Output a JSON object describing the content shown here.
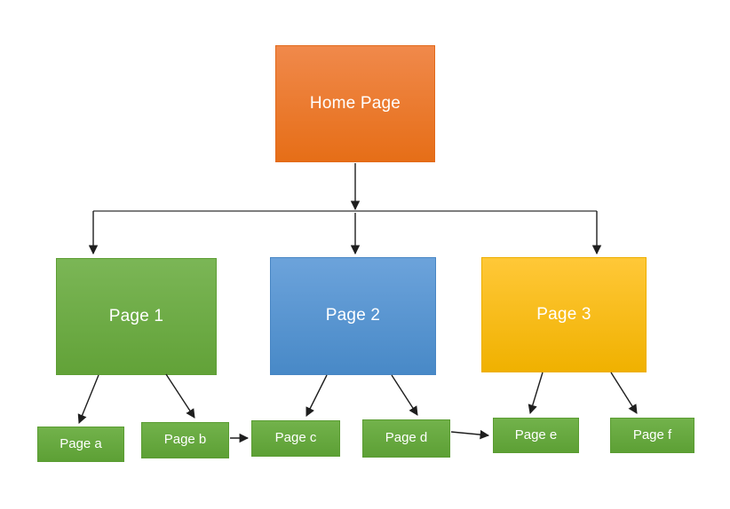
{
  "diagram": {
    "type": "sitemap-flowchart",
    "background": "#FFFFFF",
    "connector_color": "#1E1E1E",
    "hub_line_color": "#555555",
    "nodes": {
      "home": {
        "label": "Home Page",
        "fill_top": "#F0894B",
        "fill_bottom": "#E66E17",
        "border": "#E2691A",
        "text_color": "#FFFFFF"
      },
      "page1": {
        "label": "Page 1",
        "fill_top": "#7BB656",
        "fill_bottom": "#62A238",
        "border": "#5E9E35",
        "text_color": "#FFFFFF"
      },
      "page2": {
        "label": "Page 2",
        "fill_top": "#6CA3DB",
        "fill_bottom": "#4889C7",
        "border": "#4886C4",
        "text_color": "#FFFFFF"
      },
      "page3": {
        "label": "Page 3",
        "fill_top": "#FFC838",
        "fill_bottom": "#F0B100",
        "border": "#EDAE00",
        "text_color": "#FFFFFF"
      },
      "pagea": {
        "label": "Page a",
        "fill_top": "#72B24B",
        "fill_bottom": "#5DA035",
        "border": "#5A9C32",
        "text_color": "#FFFFFF"
      },
      "pageb": {
        "label": "Page b",
        "fill_top": "#72B24B",
        "fill_bottom": "#5DA035",
        "border": "#5A9C32",
        "text_color": "#FFFFFF"
      },
      "pagec": {
        "label": "Page c",
        "fill_top": "#72B24B",
        "fill_bottom": "#5DA035",
        "border": "#5A9C32",
        "text_color": "#FFFFFF"
      },
      "paged": {
        "label": "Page d",
        "fill_top": "#72B24B",
        "fill_bottom": "#5DA035",
        "border": "#5A9C32",
        "text_color": "#FFFFFF"
      },
      "pagee": {
        "label": "Page e",
        "fill_top": "#72B24B",
        "fill_bottom": "#5DA035",
        "border": "#5A9C32",
        "text_color": "#FFFFFF"
      },
      "pagef": {
        "label": "Page f",
        "fill_top": "#72B24B",
        "fill_bottom": "#5DA035",
        "border": "#5A9C32",
        "text_color": "#FFFFFF"
      }
    },
    "edges": [
      {
        "from": "home",
        "to": "page1",
        "style": "elbow-arrow"
      },
      {
        "from": "home",
        "to": "page2",
        "style": "elbow-arrow"
      },
      {
        "from": "home",
        "to": "page3",
        "style": "elbow-arrow"
      },
      {
        "from": "page1",
        "to": "pagea",
        "style": "straight-arrow"
      },
      {
        "from": "page1",
        "to": "pageb",
        "style": "straight-arrow"
      },
      {
        "from": "page2",
        "to": "pagec",
        "style": "straight-arrow"
      },
      {
        "from": "page2",
        "to": "paged",
        "style": "straight-arrow"
      },
      {
        "from": "page3",
        "to": "pagee",
        "style": "straight-arrow"
      },
      {
        "from": "page3",
        "to": "pagef",
        "style": "straight-arrow"
      },
      {
        "from": "pageb",
        "to": "pagec",
        "style": "straight-arrow"
      },
      {
        "from": "paged",
        "to": "pagee",
        "style": "straight-arrow"
      }
    ]
  }
}
